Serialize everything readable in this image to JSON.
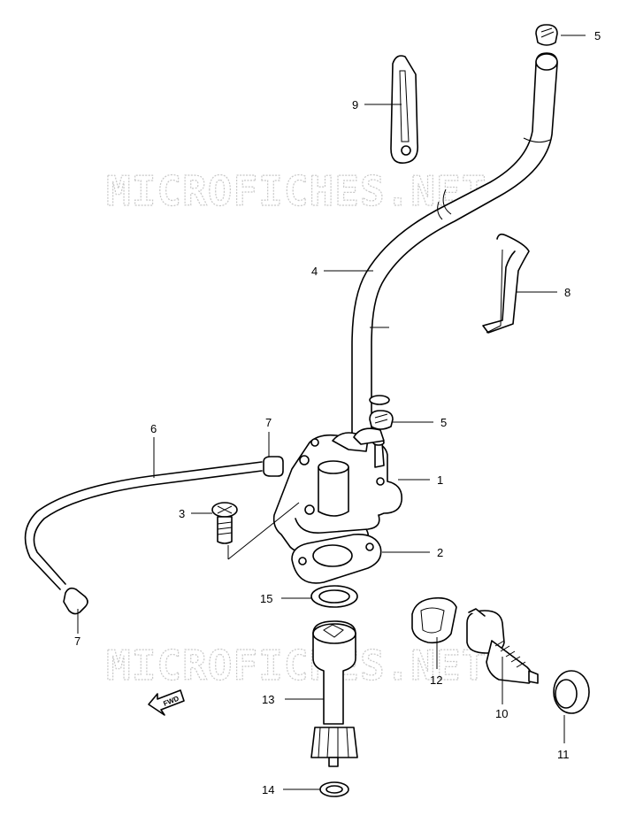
{
  "watermark": "MICROFICHES.NET",
  "fwd_label": "FWD",
  "callouts": [
    {
      "id": "1",
      "label": "1"
    },
    {
      "id": "2",
      "label": "2"
    },
    {
      "id": "3",
      "label": "3"
    },
    {
      "id": "4",
      "label": "4"
    },
    {
      "id": "5a",
      "label": "5"
    },
    {
      "id": "5b",
      "label": "5"
    },
    {
      "id": "6",
      "label": "6"
    },
    {
      "id": "7a",
      "label": "7"
    },
    {
      "id": "7b",
      "label": "7"
    },
    {
      "id": "8",
      "label": "8"
    },
    {
      "id": "9",
      "label": "9"
    },
    {
      "id": "10",
      "label": "10"
    },
    {
      "id": "11",
      "label": "11"
    },
    {
      "id": "12",
      "label": "12"
    },
    {
      "id": "13",
      "label": "13"
    },
    {
      "id": "14",
      "label": "14"
    },
    {
      "id": "15",
      "label": "15"
    }
  ]
}
